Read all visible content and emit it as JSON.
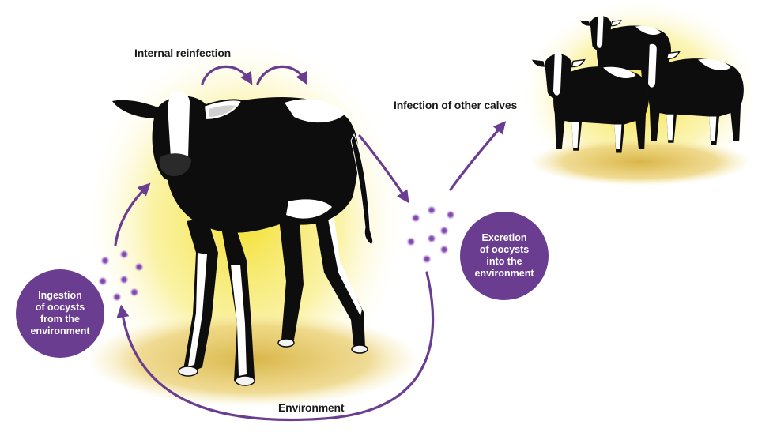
{
  "labels": {
    "internal_reinfection": "Internal reinfection",
    "infection_of_other_calves": "Infection of other calves",
    "environment": "Environment"
  },
  "bubbles": {
    "ingestion": "Ingestion\nof oocysts\nfrom the\nenvironment",
    "excretion": "Excretion\nof oocysts\ninto the\nenvironment"
  },
  "colors": {
    "arrow": "#6b3d91",
    "bubble": "#6b3d91",
    "glow": "#f7e84a",
    "calf_black": "#0d0d0d",
    "calf_white": "#ffffff",
    "ground": "#e8c95a"
  },
  "icons": [
    "calf-illustration",
    "oocyst-dot",
    "cycle-arrow"
  ]
}
